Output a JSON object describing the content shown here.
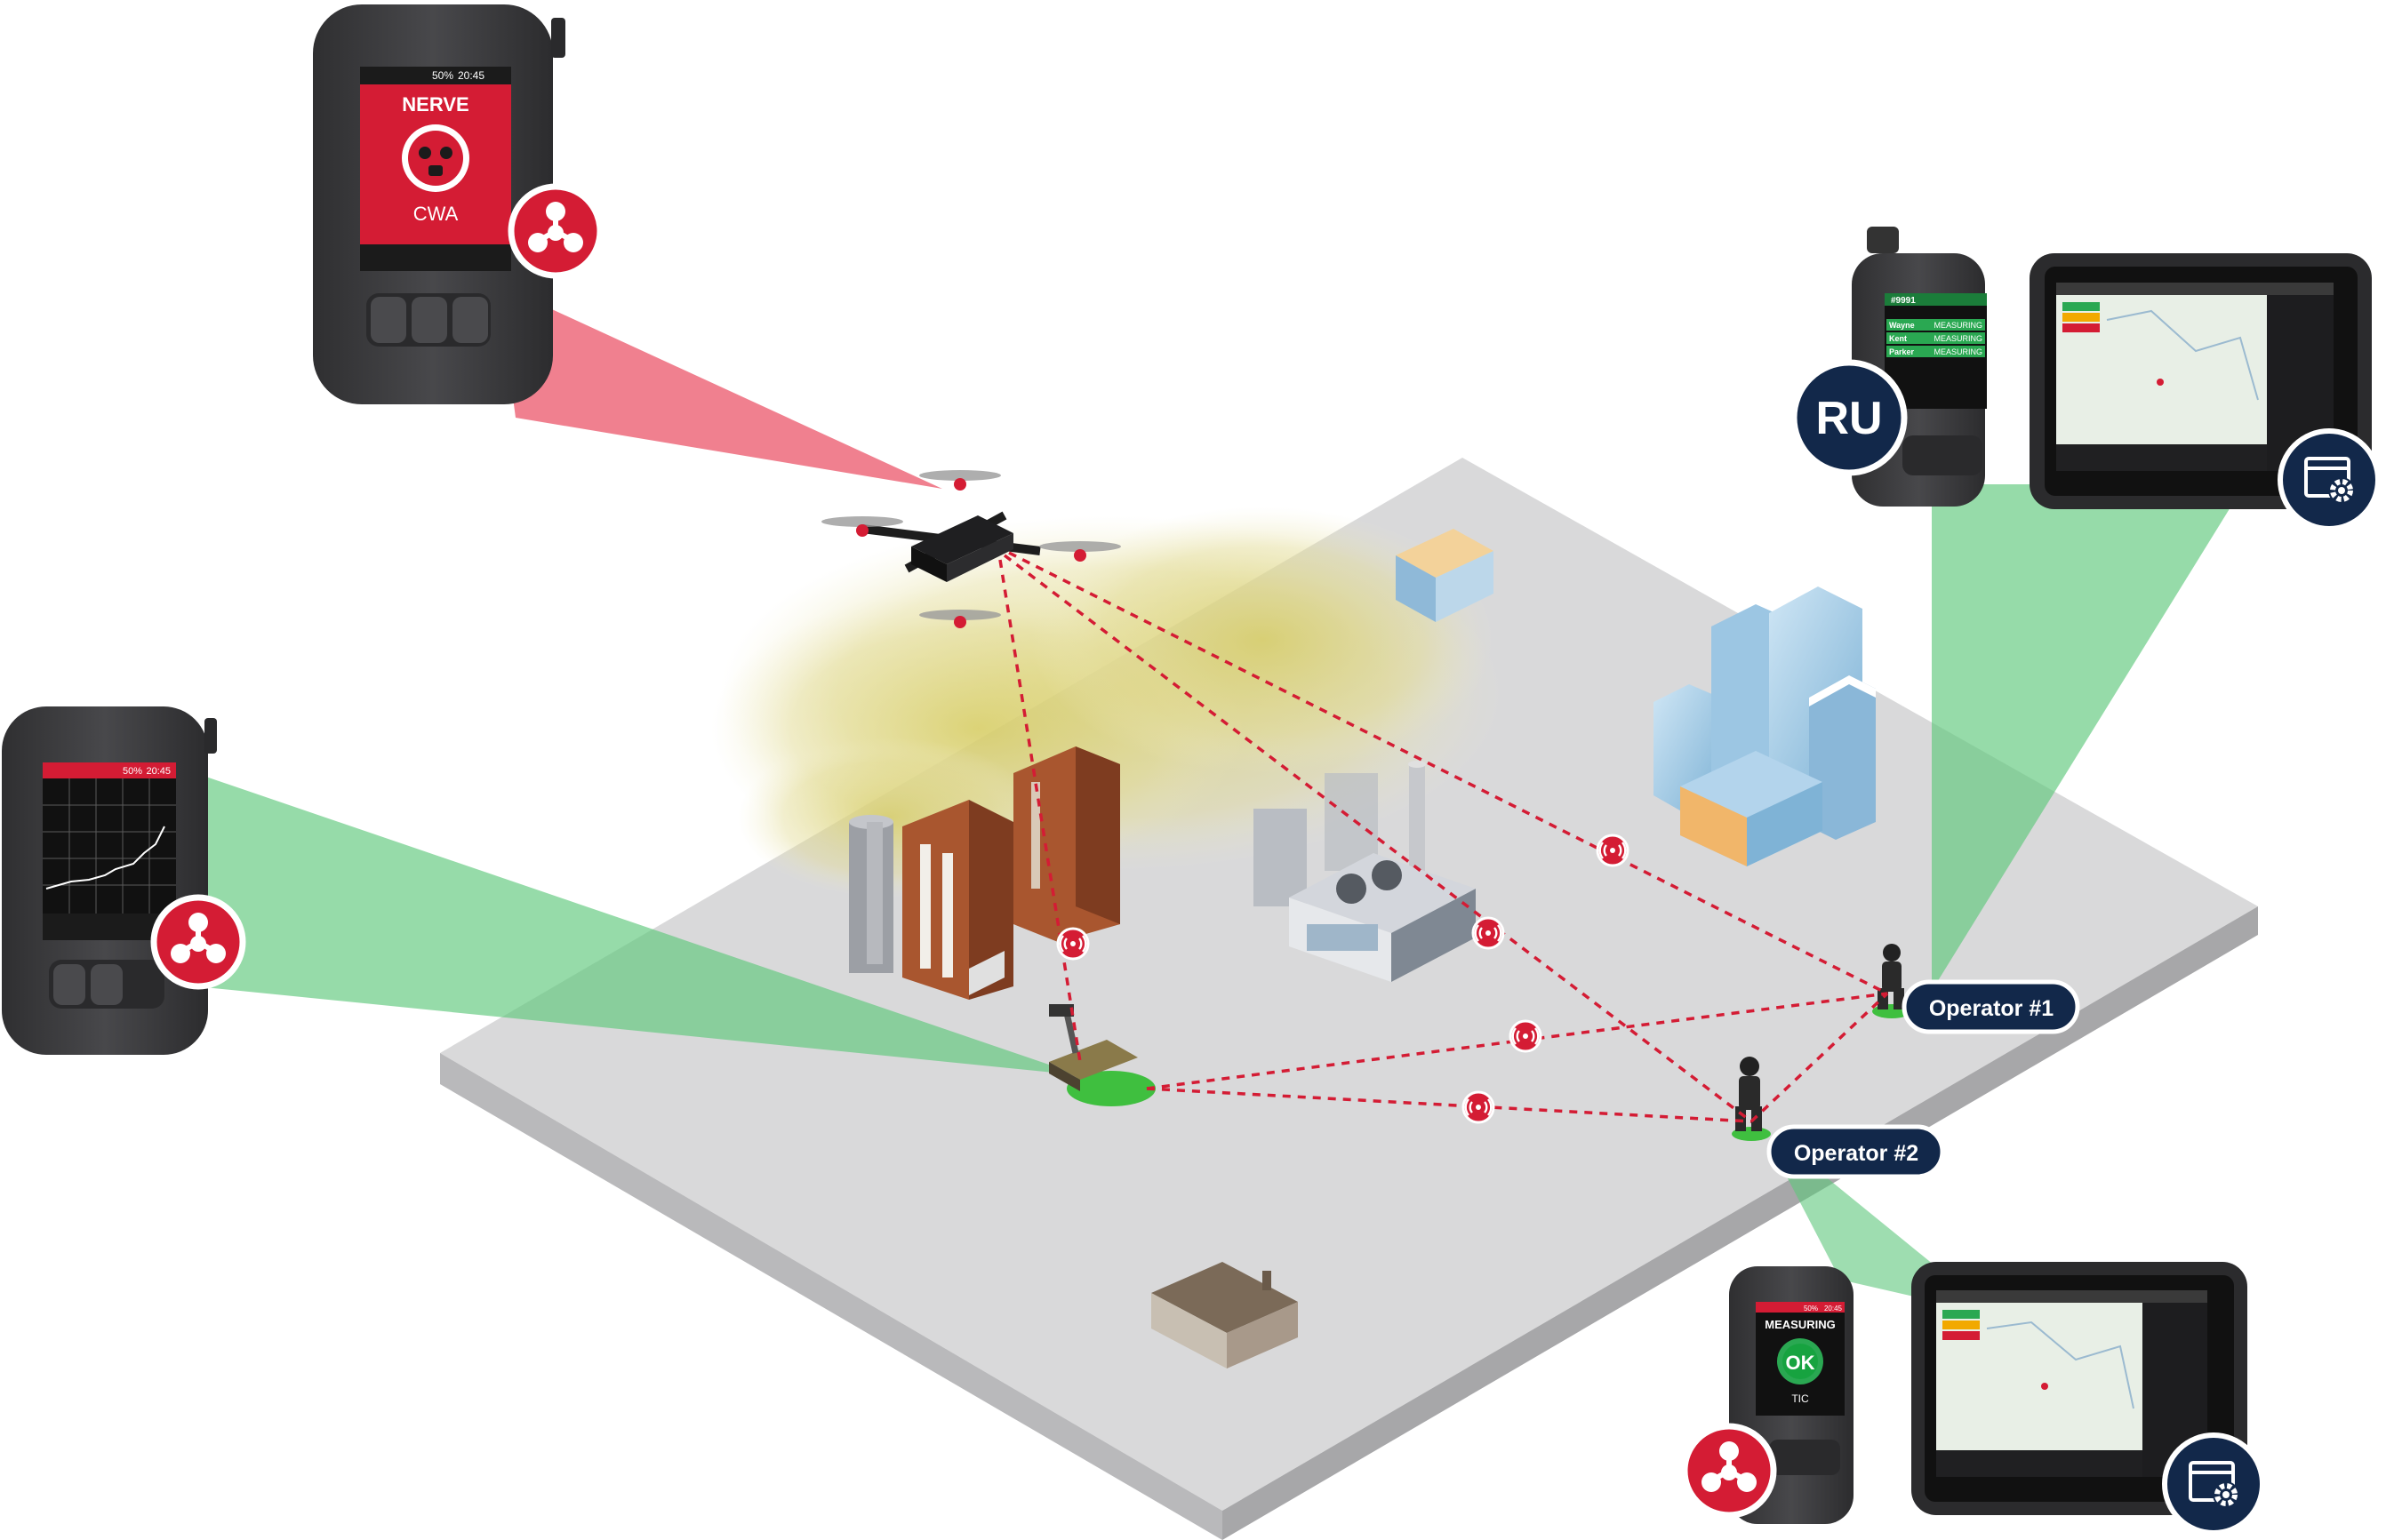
{
  "colors": {
    "red": "#d41c34",
    "green_beam": "#5ec77b",
    "red_beam": "#ea4a5f",
    "navy": "#12284a",
    "ground": "#d9d9da",
    "device_body": "#3b3b3d",
    "gas_cloud": "#d8cf6e"
  },
  "icons": {
    "chem": "biohazard-trefoil-icon",
    "settings": "app-settings-icon",
    "signal": "wireless-signal-icon"
  },
  "labels": {
    "operator1": "Operator #1",
    "operator2": "Operator #2",
    "ru": "RU"
  },
  "device_nerve": {
    "status": "20:45",
    "battery": "50%",
    "agent": "NERVE",
    "class": "CWA"
  },
  "device_graph": {
    "status": "20:45",
    "battery": "50%"
  },
  "device_ru": {
    "id": "#9991",
    "rows": [
      {
        "name": "Wayne",
        "state": "MEASURING"
      },
      {
        "name": "Kent",
        "state": "MEASURING"
      },
      {
        "name": "Parker",
        "state": "MEASURING"
      }
    ]
  },
  "device_measuring": {
    "status": "20:45",
    "battery": "50%",
    "state": "MEASURING",
    "result": "OK",
    "class": "TIC"
  }
}
